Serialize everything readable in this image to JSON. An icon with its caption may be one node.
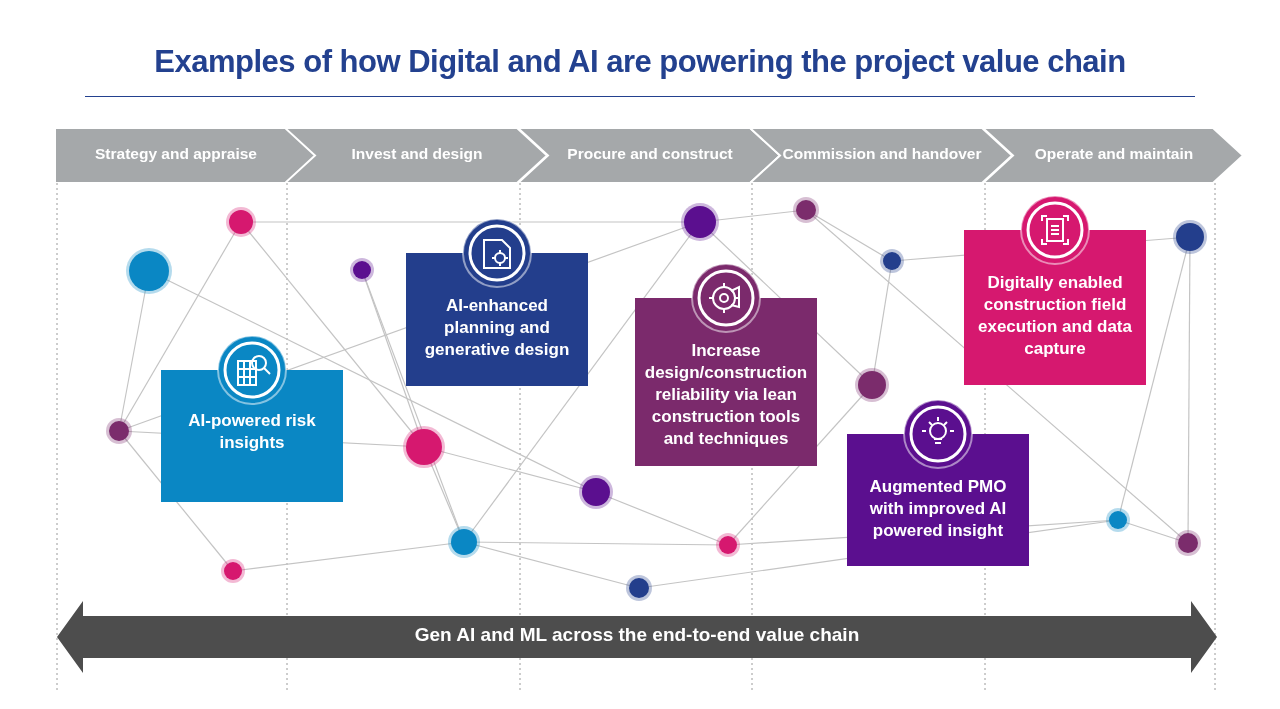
{
  "diagram": {
    "title": "Examples of how Digital and AI are powering the project value chain",
    "nodes": [
      {
        "text": [
          "Strategy and appraise"
        ]
      },
      {
        "text": [
          "Invest and design"
        ]
      },
      {
        "text": [
          "Procure and construct"
        ]
      },
      {
        "text": [
          "Commission and handover"
        ]
      },
      {
        "text": [
          "Operate and maintain"
        ]
      },
      {
        "text": [
          "Digitally enabled construction field execution and data capture"
        ]
      },
      {
        "text": [
          "AI-enhanced planning and generative design"
        ]
      },
      {
        "text": [
          "Increase design/construction reliability via lean construction tools and techniques"
        ]
      },
      {
        "text": [
          "AI-powered risk insights"
        ]
      },
      {
        "text": [
          "Augmented PMO with improved AI powered insight"
        ]
      },
      {
        "text": [
          "Gen AI and ML across the end-to-end value chain"
        ]
      }
    ]
  }
}
